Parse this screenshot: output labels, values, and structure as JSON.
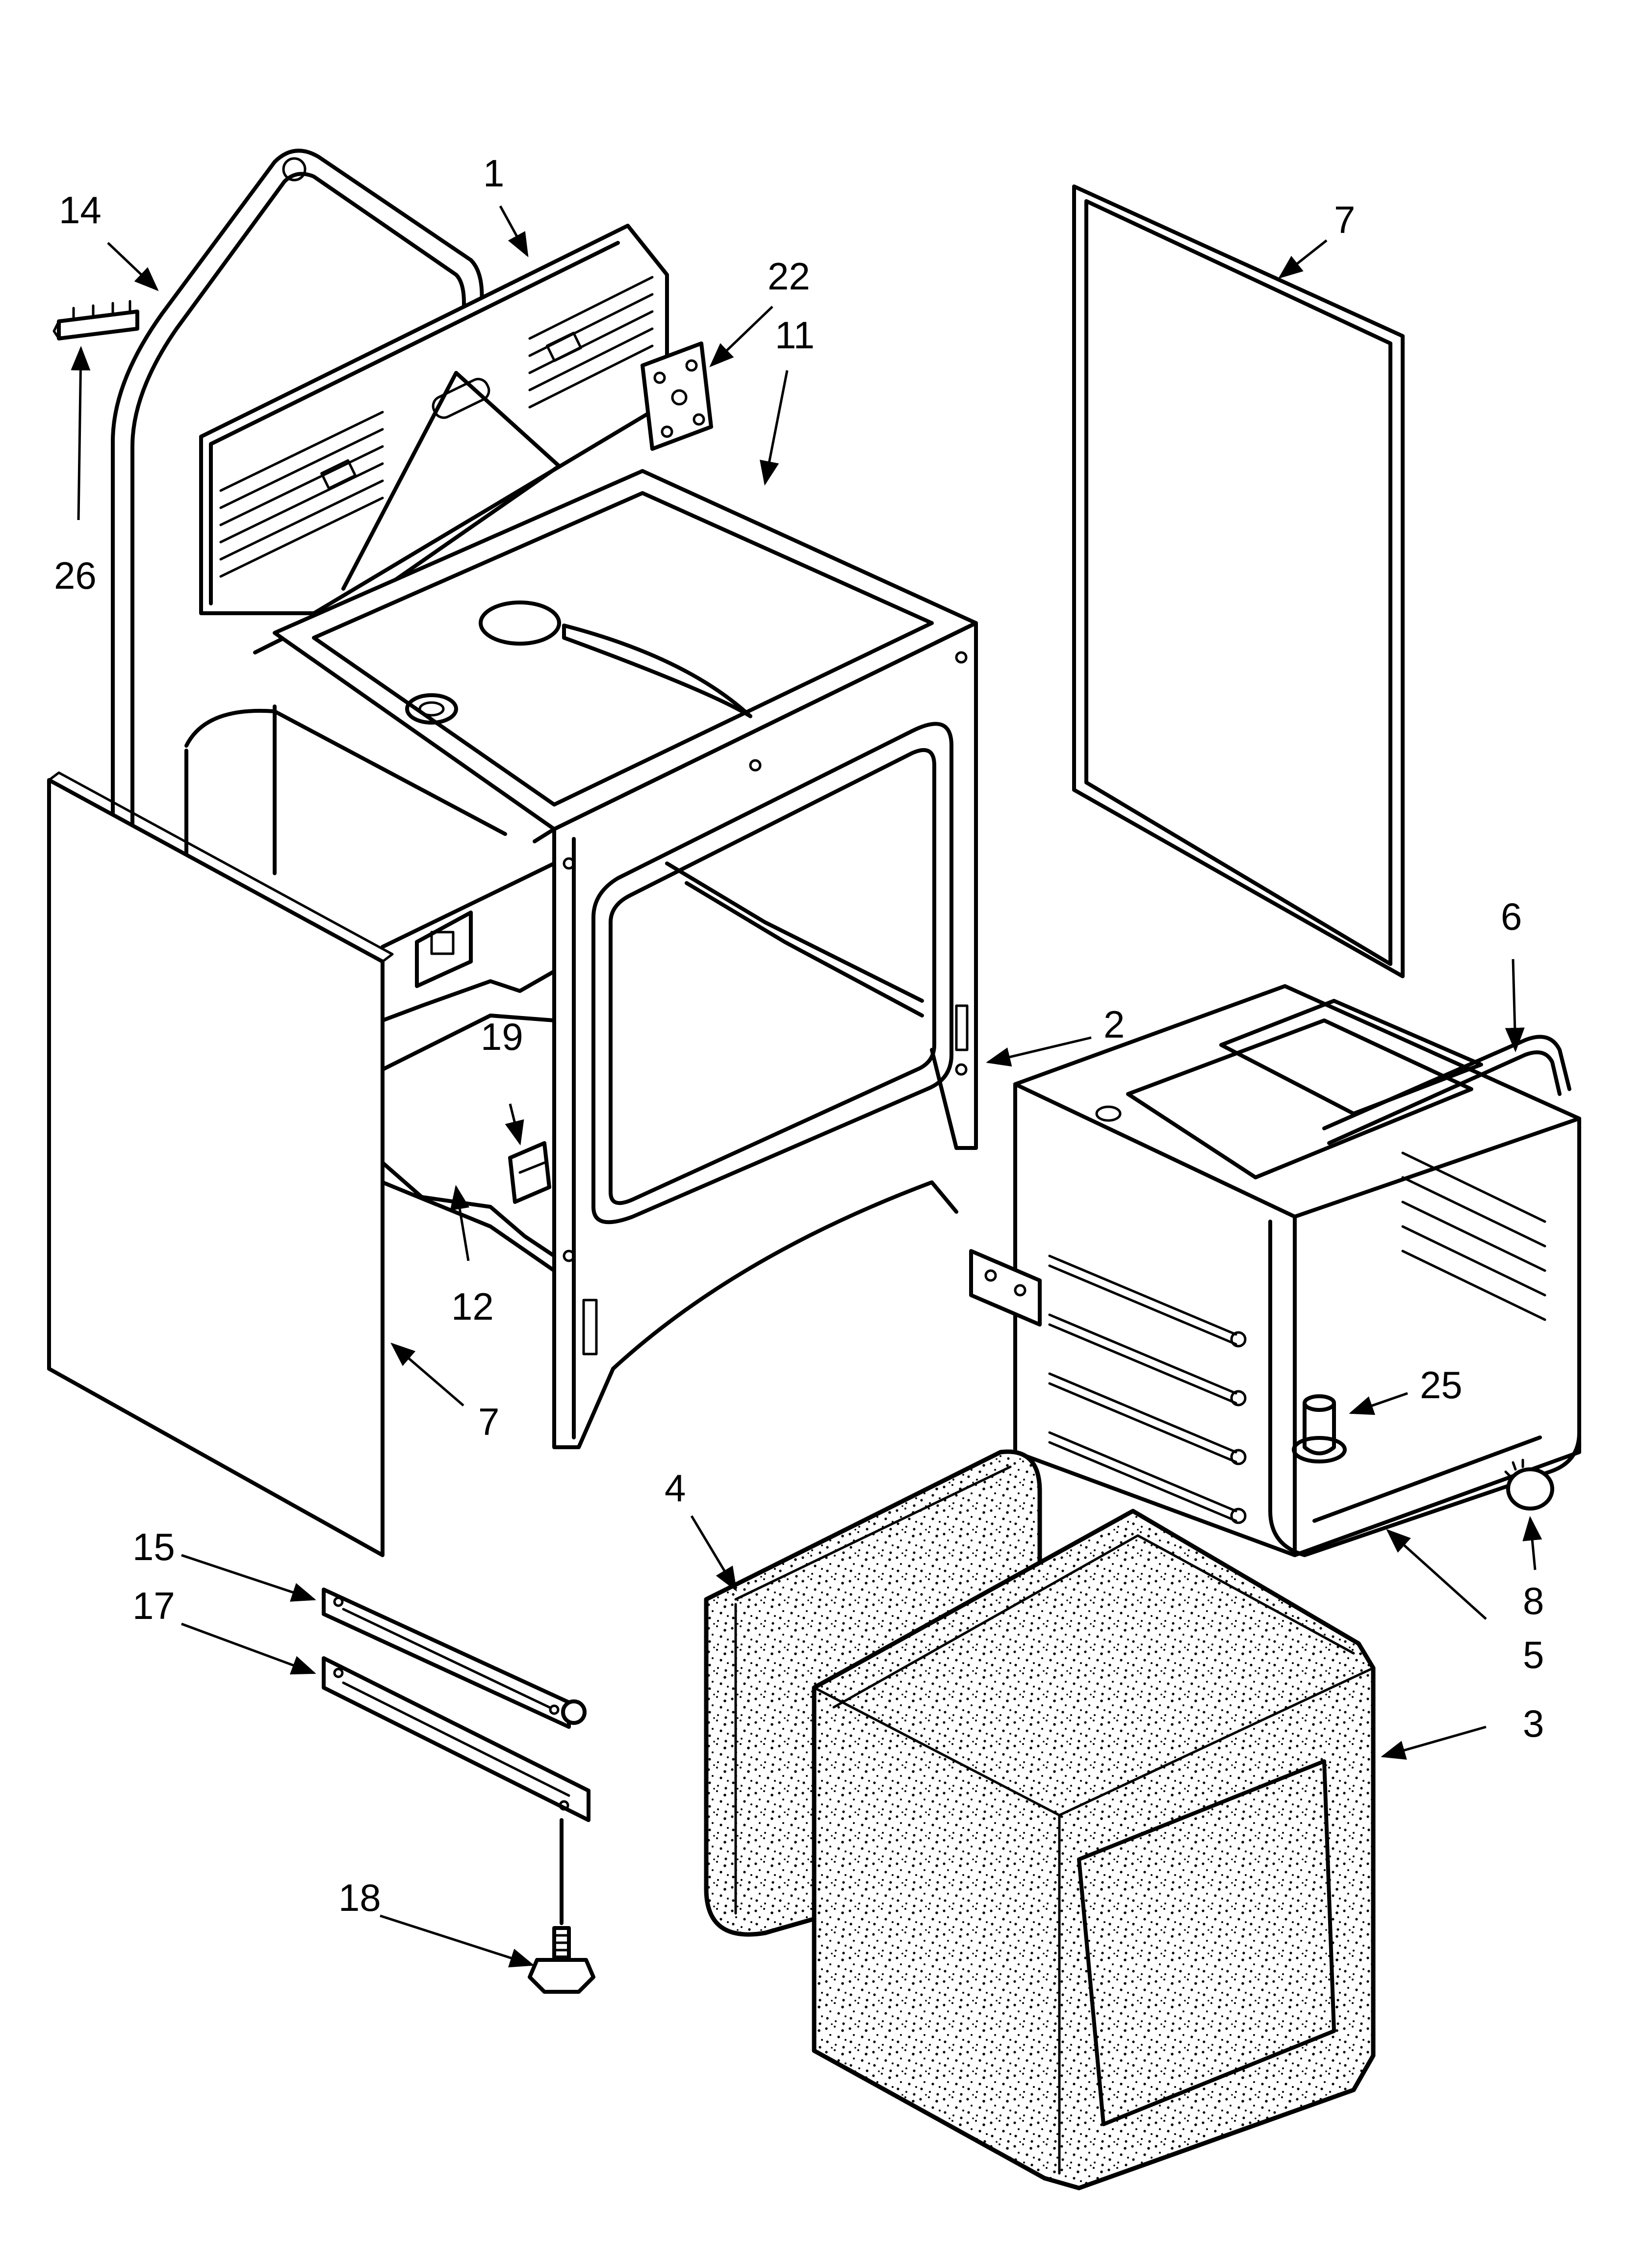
{
  "callouts": {
    "c1": "1",
    "c2": "2",
    "c3": "3",
    "c4": "4",
    "c5": "5",
    "c6": "6",
    "c7a": "7",
    "c7b": "7",
    "c8": "8",
    "c11": "11",
    "c12": "12",
    "c14": "14",
    "c15": "15",
    "c17": "17",
    "c18": "18",
    "c19": "19",
    "c22": "22",
    "c25": "25",
    "c26": "26"
  }
}
